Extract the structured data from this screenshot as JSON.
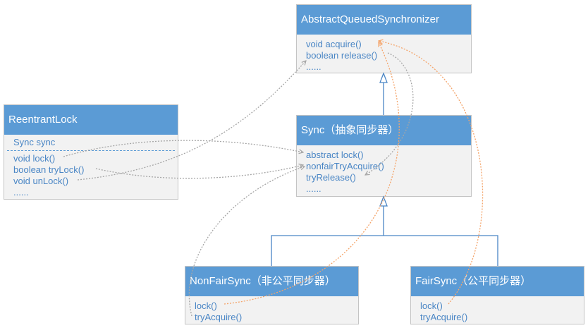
{
  "classes": {
    "aqs": {
      "title": "AbstractQueuedSynchronizer",
      "members": [
        "void acquire()",
        "boolean release()",
        "......"
      ]
    },
    "reentrant_lock": {
      "title": "ReentrantLock",
      "field": "Sync sync",
      "members": [
        "void lock()",
        "boolean tryLock()",
        "void unLock()",
        "......"
      ]
    },
    "sync": {
      "title": "Sync（抽象同步器）",
      "members": [
        "abstract lock()",
        "nonfairTryAcquire()",
        "tryRelease()",
        "......"
      ]
    },
    "nonfair_sync": {
      "title": "NonFairSync（非公平同步器）",
      "members": [
        "lock()",
        "tryAcquire()"
      ]
    },
    "fair_sync": {
      "title": "FairSync（公平同步器）",
      "members": [
        "lock()",
        "tryAcquire()"
      ]
    }
  },
  "colors": {
    "header": "#5b9bd5",
    "member_text": "#4a86c5",
    "inheritance_line": "#4a86c5",
    "gray_call_arrow": "#a6a6a6",
    "orange_call_arrow": "#f4a46a"
  }
}
